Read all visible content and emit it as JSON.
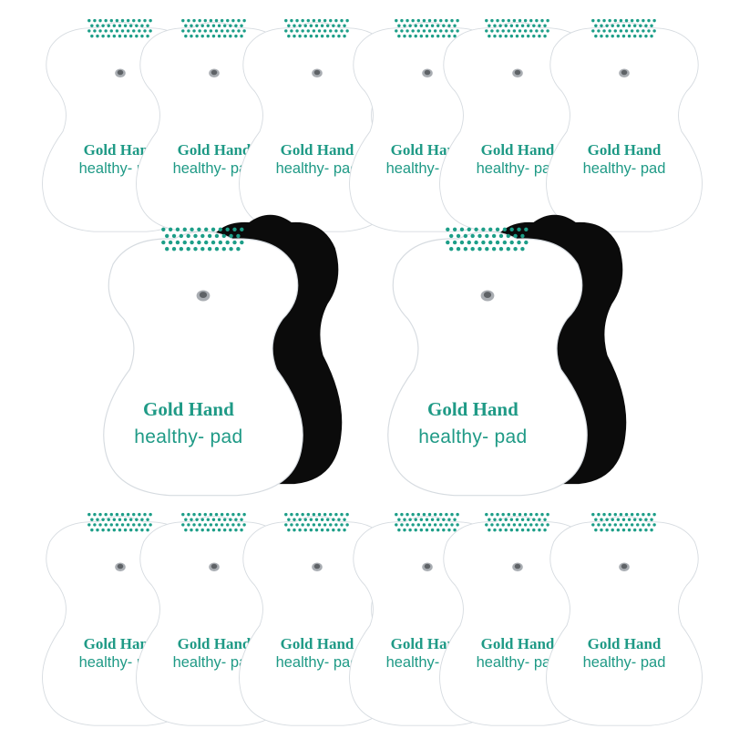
{
  "product": {
    "brand": "Gold Hand",
    "subtitle": "healthy- pad"
  },
  "colors": {
    "background": "#ffffff",
    "pad_face": "#ffffff",
    "pad_edge": "#d6dbe0",
    "text_teal": "#1f9a86",
    "dots_teal": "#1d9e88",
    "backing_black": "#0b0b0b",
    "snap_silver": "#a9adb2"
  },
  "counts": {
    "small_pads_top_row": 6,
    "large_pads_middle_row": 2,
    "small_pads_bottom_row": 6
  }
}
